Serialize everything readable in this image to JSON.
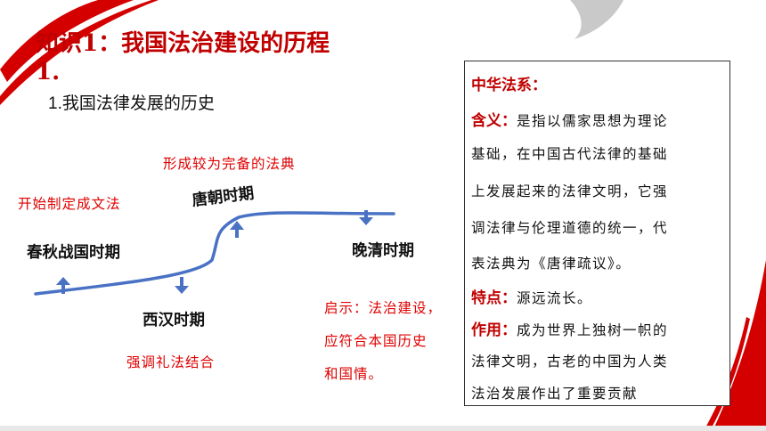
{
  "title": {
    "line1": "知识1：我国法治建设的历程",
    "line2": "1."
  },
  "subtitle": "1.我国法律发展的历史",
  "timeline": {
    "eras": [
      "春秋战国时期",
      "西汉时期",
      "唐朝时期",
      "晚清时期"
    ],
    "notes": {
      "chunqiu": "开始制定成文法",
      "xihan": "强调礼法结合",
      "tang": "形成较为完备的法典"
    },
    "insight": [
      "启示：法治建设，",
      "应符合本国历史",
      "和国情。"
    ]
  },
  "box": {
    "heading": "中华法系：",
    "meaning_label": "含义：",
    "meaning_lines": [
      "是指以儒家思想为理论",
      "基础，在中国古代法律的基础",
      "上发展起来的法律文明，它强",
      "调法律与伦理道德的统一，代",
      "表法典为《唐律疏议》。"
    ],
    "feature_label": "特点：",
    "feature_text": "源远流长。",
    "role_label": "作用：",
    "role_lines": [
      "成为世界上独树一帜的",
      "法律文明，古老的中国为人类",
      "法治发展作出了重要贡献"
    ]
  },
  "colors": {
    "title": "#c00000",
    "note": "#e00000",
    "curve": "#4a72c4"
  }
}
